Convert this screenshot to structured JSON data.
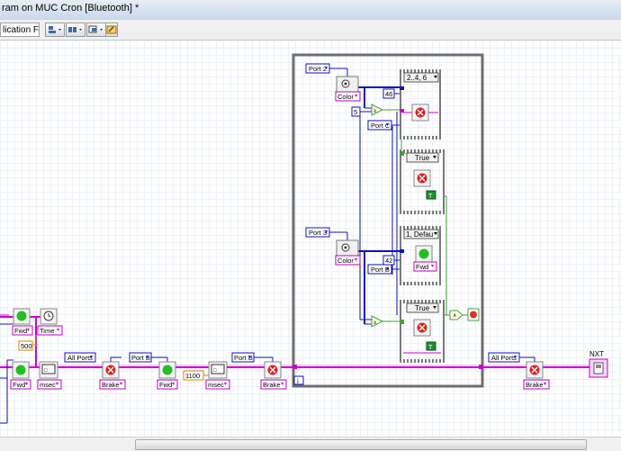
{
  "window": {
    "title": "ram on MUC Cron [Bluetooth] *"
  },
  "toolbar": {
    "font_label": "lication Font"
  },
  "diagram": {
    "ports": {
      "port2": "Port 2",
      "port3": "Port 3",
      "portC": "Port C",
      "portB_case": "Port B",
      "portB_mid": "Port B",
      "portB_right": "Port B",
      "all_ports_left": "All Ports",
      "all_ports_right": "All Ports"
    },
    "blocks": {
      "color": "Color",
      "fwd": "Fwd",
      "time": "Time",
      "msec": "msec",
      "brake": "Brake"
    },
    "constants": {
      "c500": "500",
      "c1100": "1100",
      "c46": "46",
      "c42": "42",
      "c5": "5"
    },
    "case_selectors": {
      "case1": "2..4, 6",
      "case2": "True",
      "case3": "1, Defau",
      "case4": "True"
    },
    "misc": {
      "nxt_label": "NXT",
      "loop_index": "i",
      "true_constant": "T"
    }
  }
}
